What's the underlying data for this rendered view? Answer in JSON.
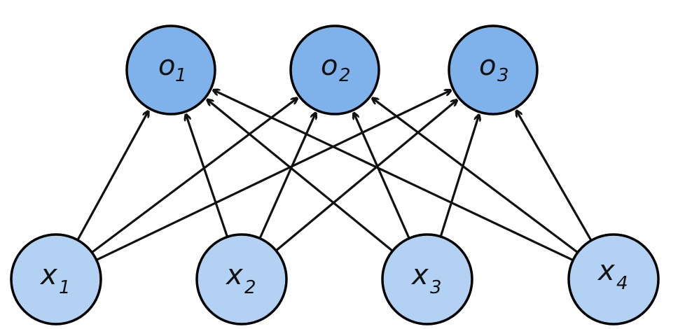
{
  "diagram": {
    "outputs": [
      {
        "id": "o1",
        "var": "o",
        "sub": "1"
      },
      {
        "id": "o2",
        "var": "o",
        "sub": "2"
      },
      {
        "id": "o3",
        "var": "o",
        "sub": "3"
      }
    ],
    "inputs": [
      {
        "id": "x1",
        "var": "x",
        "sub": "1"
      },
      {
        "id": "x2",
        "var": "x",
        "sub": "2"
      },
      {
        "id": "x3",
        "var": "x",
        "sub": "3"
      },
      {
        "id": "x4",
        "var": "x",
        "sub": "4"
      }
    ],
    "edges": [
      {
        "from": "x1",
        "to": "o1"
      },
      {
        "from": "x1",
        "to": "o2"
      },
      {
        "from": "x1",
        "to": "o3"
      },
      {
        "from": "x2",
        "to": "o1"
      },
      {
        "from": "x2",
        "to": "o2"
      },
      {
        "from": "x2",
        "to": "o3"
      },
      {
        "from": "x3",
        "to": "o1"
      },
      {
        "from": "x3",
        "to": "o2"
      },
      {
        "from": "x3",
        "to": "o3"
      },
      {
        "from": "x4",
        "to": "o1"
      },
      {
        "from": "x4",
        "to": "o2"
      },
      {
        "from": "x4",
        "to": "o3"
      }
    ],
    "colors": {
      "output_fill": "#7fb2ea",
      "input_fill": "#b3d1f2",
      "stroke": "#000000"
    }
  }
}
